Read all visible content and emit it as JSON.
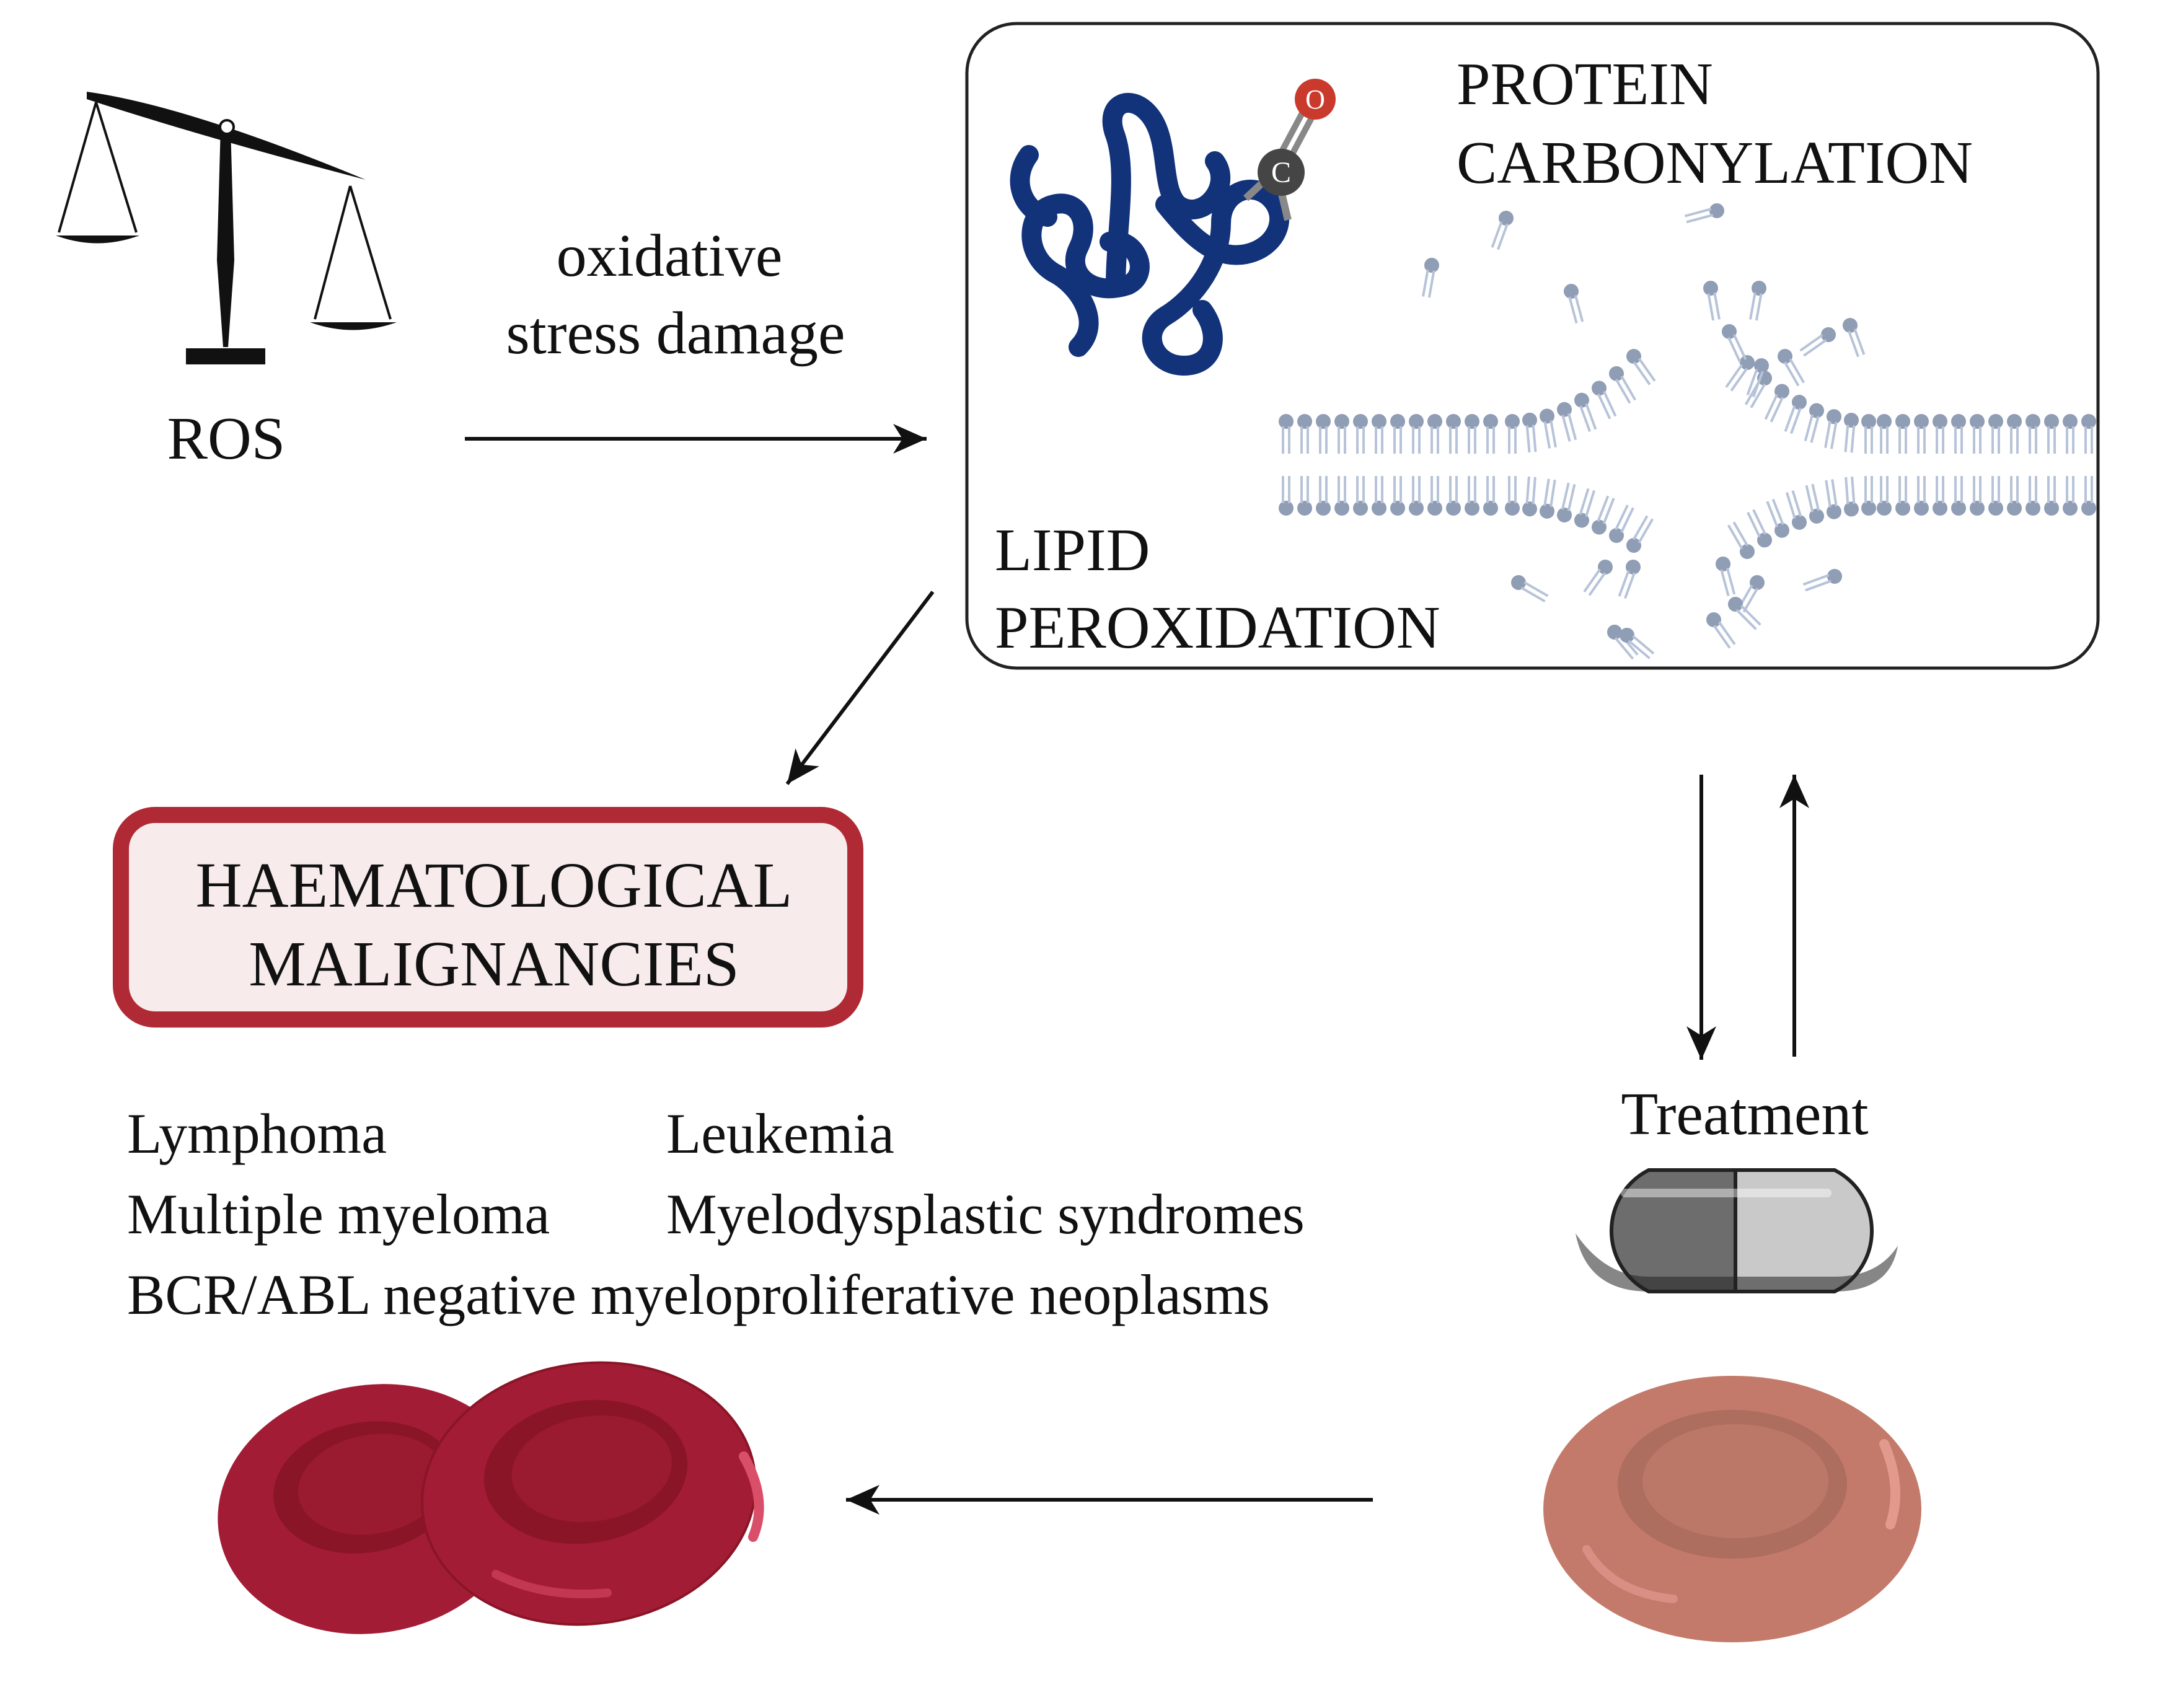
{
  "ros": {
    "label": "ROS"
  },
  "arrow_label": {
    "line1": "oxidative",
    "line2": "stress damage"
  },
  "damage_box": {
    "protein_line1": "PROTEIN",
    "protein_line2": "CARBONYLATION",
    "lipid_line1": "LIPID",
    "lipid_line2": "PEROXIDATION",
    "molecule_atoms": [
      "O",
      "C"
    ]
  },
  "malignancies": {
    "line1": "HAEMATOLOGICAL",
    "line2": "MALIGNANCIES"
  },
  "diseases": {
    "lymphoma": "Lymphoma",
    "leukemia": "Leukemia",
    "multiple_myeloma": "Multiple myeloma",
    "mds": "Myelodysplastic syndromes",
    "mpn": "BCR/ABL negative myeloproliferative neoplasms"
  },
  "treatment": {
    "label": "Treatment"
  },
  "colors": {
    "malignancy_border": "#b02a35",
    "malignancy_fill": "#f7eceb",
    "protein": "#12327a",
    "lipid": "#8f9db5",
    "oxygen": "#c93a2d",
    "carbon": "#454545",
    "diseased_cell": "#a31c35",
    "healthy_cell": "#c37a6a"
  }
}
